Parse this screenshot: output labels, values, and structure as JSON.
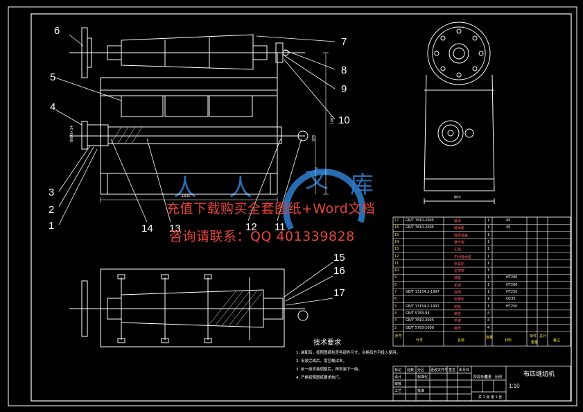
{
  "callouts": [
    "1",
    "2",
    "3",
    "4",
    "5",
    "6",
    "7",
    "8",
    "9",
    "10",
    "11",
    "12",
    "13",
    "14",
    "15",
    "16",
    "17"
  ],
  "watermark": {
    "line1": "充值下载购买全套图纸+Word文档",
    "line2": "咨询请联系：QQ 401339828",
    "logo_text": "人人文库"
  },
  "dims": {
    "overall_length": "1830",
    "height_main": "1463",
    "height_mid": "975",
    "width_side": "800",
    "tiny_left": "Φ800×14"
  },
  "tech": {
    "title": "技术要求",
    "items": [
      "1. 装配后，按照图纸检查各部件尺寸，合格后方可投入使用。",
      "2. 安装完成后，需空载试车。",
      "3. 前一级安装调整后，再安装下一级。",
      "4. 严格按照图纸要求执行。"
    ]
  },
  "bom": {
    "rows": [
      {
        "no": "17",
        "code": "GB/T 7810-2005",
        "name": "轴承",
        "qty": "1",
        "mat": "45"
      },
      {
        "no": "16",
        "code": "GB/T 7810-2005",
        "name": "轴承座",
        "qty": "1",
        "mat": "45"
      },
      {
        "no": "15",
        "code": "",
        "name": "轴承端盖",
        "qty": "1",
        "mat": ""
      },
      {
        "no": "14",
        "code": "",
        "name": "锥形辊",
        "qty": "1",
        "mat": ""
      },
      {
        "no": "13",
        "code": "",
        "name": "主轴",
        "qty": "1",
        "mat": ""
      },
      {
        "no": "12",
        "code": "",
        "name": "中间轴承座",
        "qty": "1",
        "mat": ""
      },
      {
        "no": "11",
        "code": "",
        "name": "张紧轮",
        "qty": "1",
        "mat": ""
      },
      {
        "no": "10",
        "code": "",
        "name": "支撑架",
        "qty": "1",
        "mat": ""
      },
      {
        "no": "9",
        "code": "",
        "name": "轴套",
        "qty": "1",
        "mat": "HT200"
      },
      {
        "no": "8",
        "code": "",
        "name": "机架",
        "qty": "1",
        "mat": "HT200"
      },
      {
        "no": "7",
        "code": "GB/T 13154.2-1997",
        "name": "滚筒",
        "qty": "1",
        "mat": "HT250"
      },
      {
        "no": "6",
        "code": "",
        "name": "皮带轮",
        "qty": "1",
        "mat": "Q235"
      },
      {
        "no": "5",
        "code": "GB/T 13154.2-1997",
        "name": "电机",
        "qty": "1",
        "mat": "HT250"
      },
      {
        "no": "4",
        "code": "GB/T 5783-94",
        "name": "螺栓",
        "qty": "4",
        "mat": ""
      },
      {
        "no": "3",
        "code": "GB/T 7810-2005",
        "name": "平键",
        "qty": "4",
        "mat": ""
      },
      {
        "no": "2",
        "code": "GB/T 5783-2000",
        "name": "螺母",
        "qty": "4",
        "mat": ""
      }
    ],
    "header": {
      "no": "序号",
      "code": "代号",
      "name": "名称",
      "qty": "数量",
      "mat": "材料",
      "weight": "重量",
      "note": "备注",
      "single": "单件",
      "total": "总计"
    }
  },
  "title_block": {
    "product": "布匹缝纫机",
    "scale": "1:10",
    "sheet": "共 1 张  第 1 张",
    "labels": [
      "标记",
      "处数",
      "分区",
      "更改文件号",
      "签名",
      "年月日",
      "设计",
      "标准化",
      "审核",
      "工艺",
      "批准",
      "阶段标记",
      "重量",
      "比例"
    ]
  },
  "colors": {
    "line": "#ffffff",
    "frame": "#ffffff",
    "dim": "#ffffff",
    "watermark": "#e8443b",
    "logo": "#2f7fd0",
    "hatch": "#ffffff"
  }
}
